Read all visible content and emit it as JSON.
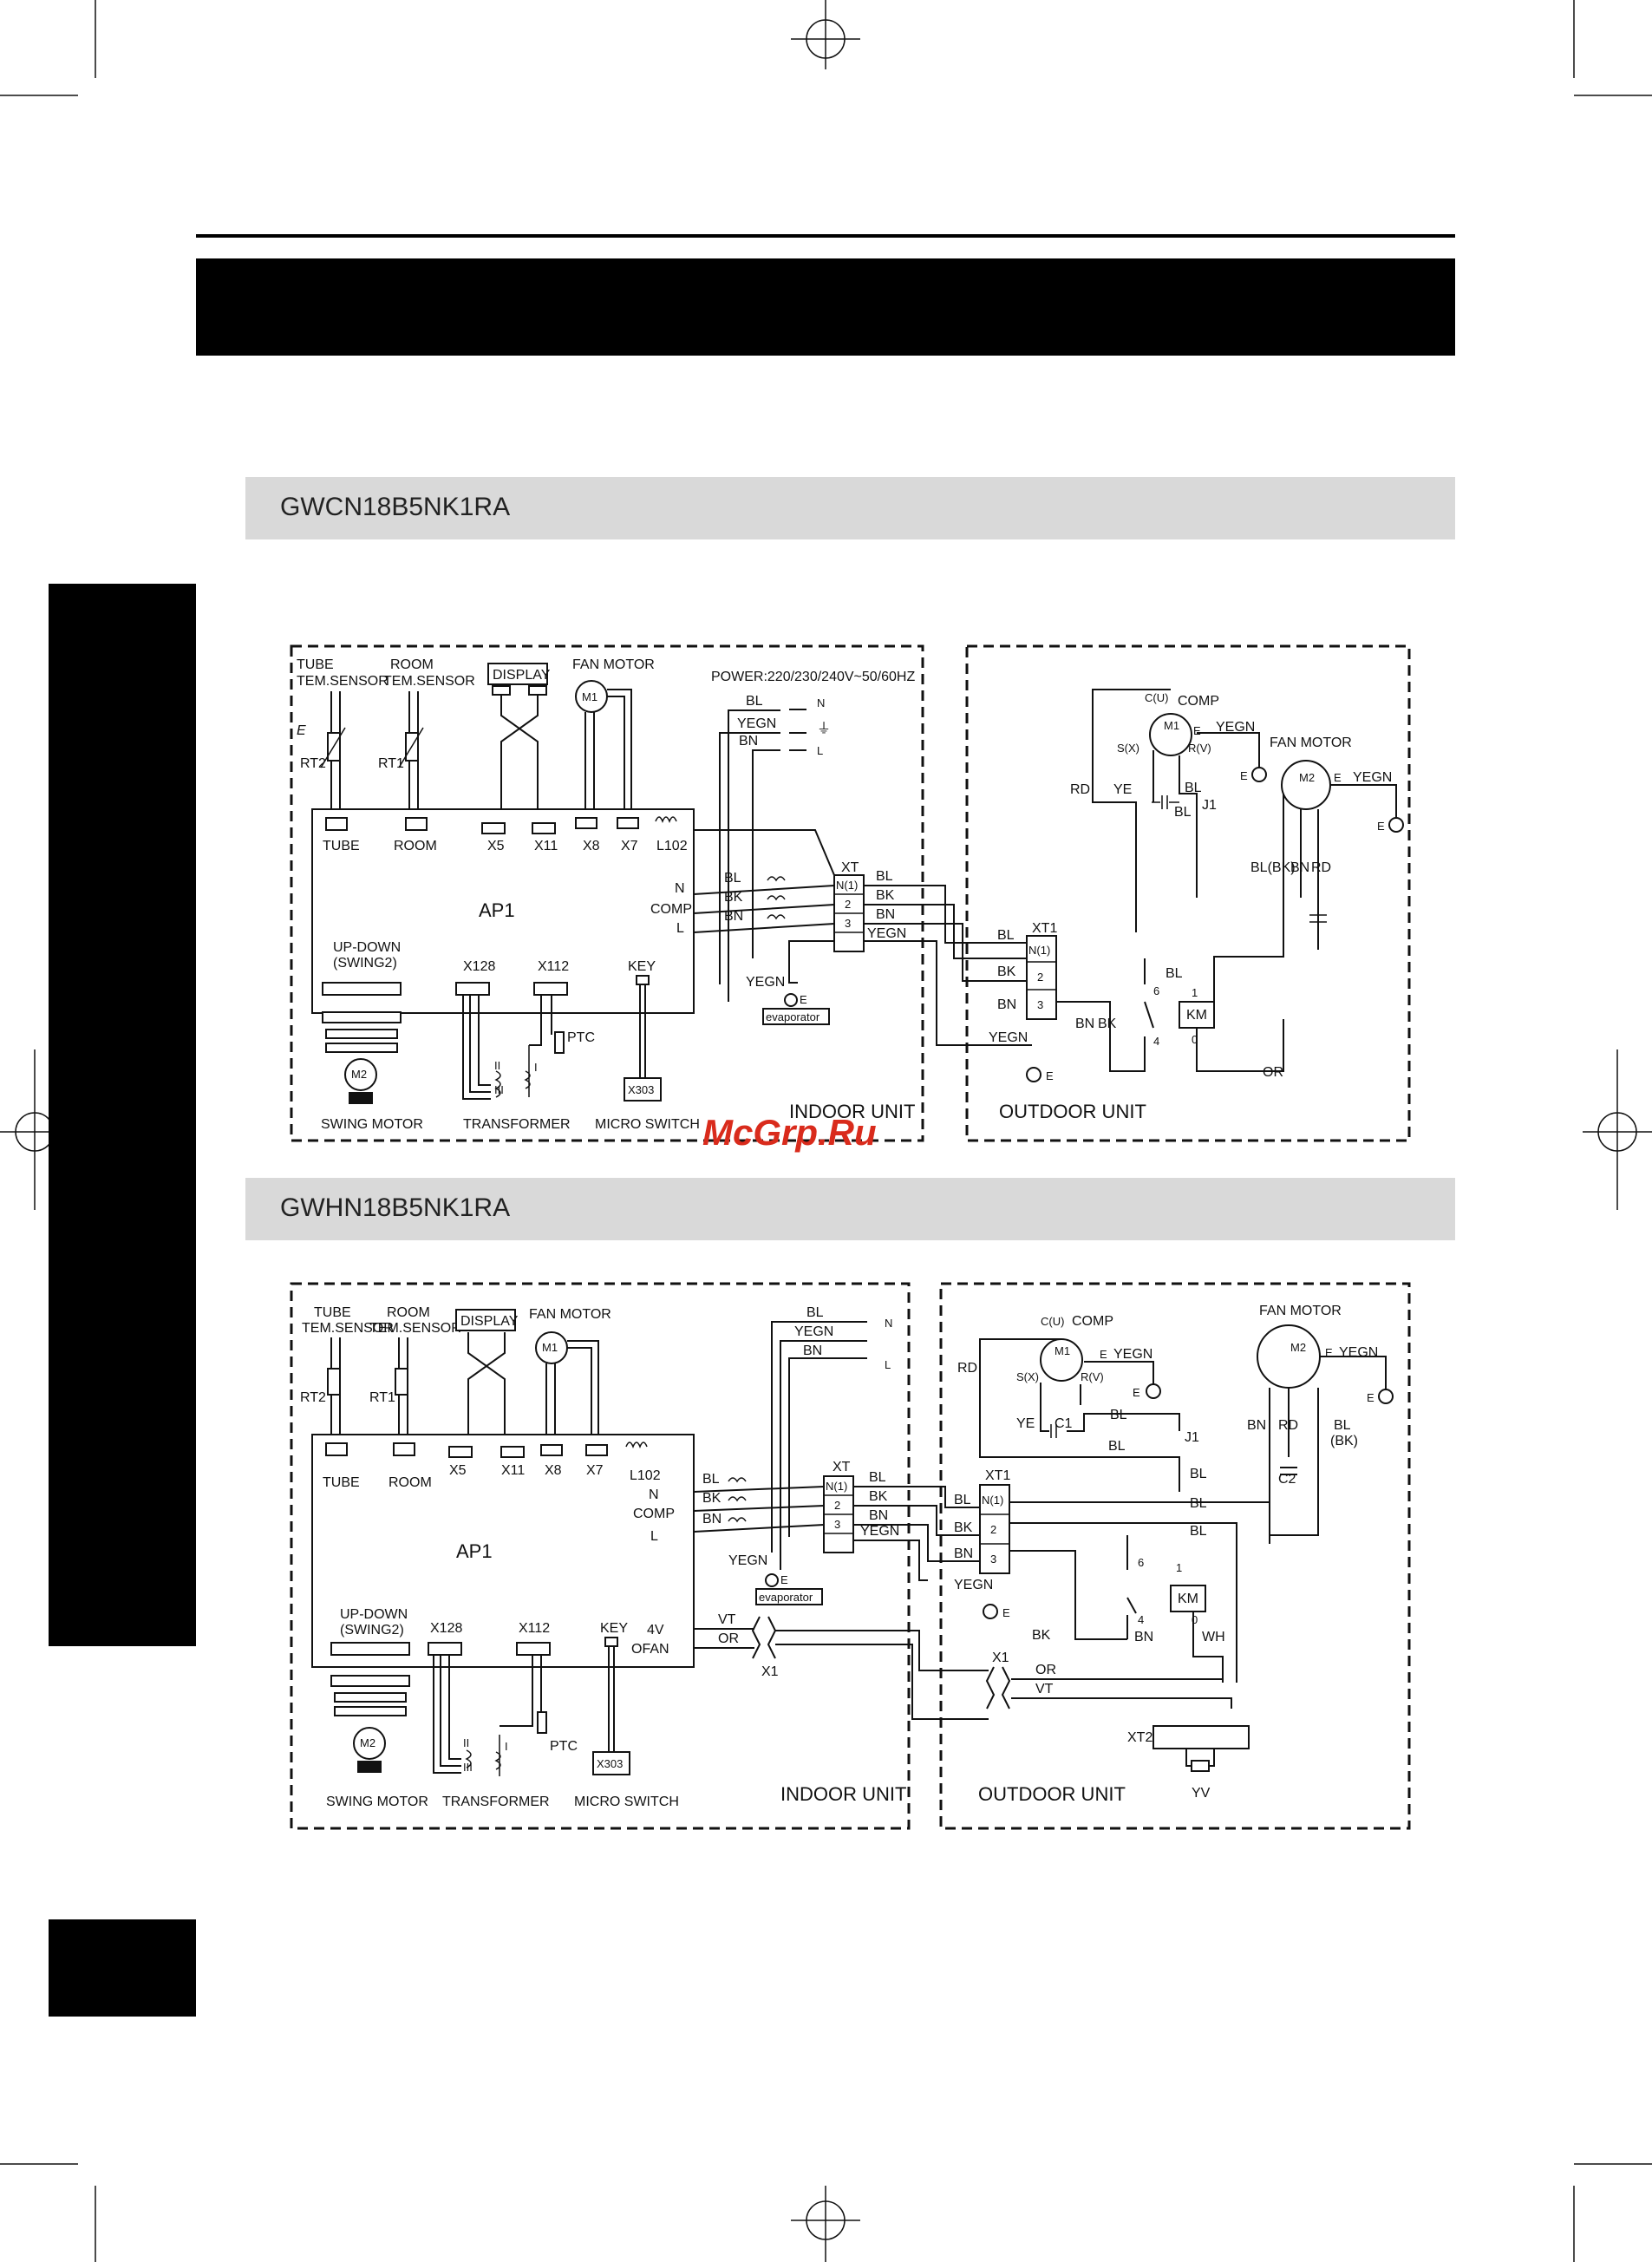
{
  "page": {
    "diagram1_title": "GWCN18B5NK1RA",
    "diagram2_title": "GWHN18B5NK1RA",
    "watermark": "McGrp.Ru"
  },
  "d1": {
    "tube_sensor": "TUBE",
    "tem_sensor": "TEM.SENSOR",
    "room_sensor": "ROOM",
    "room_tem_sensor": "TEM.SENSOR",
    "display": "DISPLAY",
    "fan_motor": "FAN MOTOR",
    "m1": "M1",
    "power": "POWER:220/230/240V~50/60HZ",
    "rt2": "RT2",
    "rt1": "RT1",
    "conn_tube": "TUBE",
    "conn_room": "ROOM",
    "x5": "X5",
    "x11": "X11",
    "x8": "X8",
    "x7": "X7",
    "l102": "L102",
    "ap1": "AP1",
    "n": "N",
    "comp": "COMP",
    "l": "L",
    "up_down": "UP-DOWN",
    "swing2": "(SWING2)",
    "x128": "X128",
    "x112": "X112",
    "key": "KEY",
    "ptc": "PTC",
    "m2": "M2",
    "swing_motor": "SWING MOTOR",
    "transformer": "TRANSFORMER",
    "micro_switch": "MICRO SWITCH",
    "x303": "X303",
    "indoor_unit": "INDOOR UNIT",
    "outdoor_unit": "OUTDOOR UNIT",
    "xt": "XT",
    "xt1": "XT1",
    "bl": "BL",
    "yegn": "YEGN",
    "bn": "BN",
    "bk": "BK",
    "rd": "RD",
    "ye": "YE",
    "or": "OR",
    "e": "E",
    "evaporator": "evaporator",
    "out_comp": "COMP",
    "out_fan_motor": "FAN MOTOR",
    "km": "KM",
    "j1": "J1",
    "bl_bk": "BL(BK)",
    "n1": "N(1)",
    "t2": "2",
    "t3": "3",
    "cu": "C(U)",
    "sx": "S(X)",
    "rv": "R(V)",
    "plug_n": "N",
    "plug_l": "L",
    "n6": "6",
    "n4": "4",
    "n1b": "1",
    "n0": "0",
    "roman_ii": "II",
    "roman_iii": "III",
    "roman_i": "I"
  },
  "d2": {
    "tube": "TUBE",
    "tem_sensor": "TEM.SENSOR",
    "room": "ROOM",
    "display": "DISPLAY",
    "fan_motor": "FAN MOTOR",
    "m1": "M1",
    "rt2": "RT2",
    "rt1": "RT1",
    "x5": "X5",
    "x11": "X11",
    "x8": "X8",
    "x7": "X7",
    "l102": "L102",
    "ap1": "AP1",
    "n": "N",
    "comp": "COMP",
    "l": "L",
    "up_down": "UP-DOWN",
    "swing2": "(SWING2)",
    "x128": "X128",
    "x112": "X112",
    "key": "KEY",
    "v4": "4V",
    "ofan": "OFAN",
    "vt": "VT",
    "or": "OR",
    "x1": "X1",
    "ptc": "PTC",
    "m2": "M2",
    "swing_motor": "SWING MOTOR",
    "transformer": "TRANSFORMER",
    "micro_switch": "MICRO SWITCH",
    "x303": "X303",
    "indoor_unit": "INDOOR UNIT",
    "outdoor_unit": "OUTDOOR UNIT",
    "xt": "XT",
    "xt1": "XT1",
    "xt2": "XT2",
    "bl": "BL",
    "yegn": "YEGN",
    "bn": "BN",
    "bk": "BK",
    "rd": "RD",
    "ye": "YE",
    "wh": "WH",
    "c1": "C1",
    "c2": "C2",
    "j1": "J1",
    "km": "KM",
    "yv": "YV",
    "e": "E",
    "evaporator": "evaporator",
    "bl_bk1": "BL",
    "bl_bk2": "(BK)",
    "n1": "N(1)",
    "t2": "2",
    "t3": "3",
    "cu": "C(U)",
    "sx": "S(X)",
    "rv": "R(V)",
    "n6": "6",
    "n4": "4",
    "n1b": "1",
    "n0": "0",
    "roman_ii": "II",
    "roman_iii": "III",
    "roman_i": "I"
  }
}
